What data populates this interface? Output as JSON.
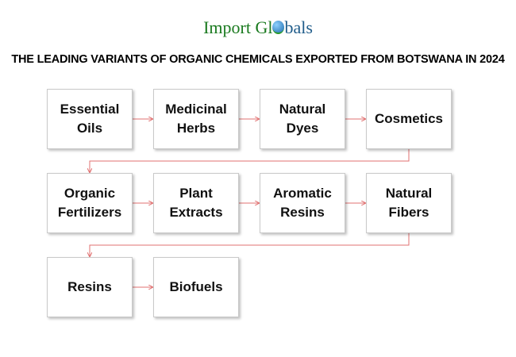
{
  "logo": {
    "text_a": "Import Gl",
    "text_b": "bals"
  },
  "title": "THE LEADING VARIANTS OF ORGANIC CHEMICALS EXPORTED FROM BOTSWANA IN 2024",
  "rows": [
    [
      [
        "Essential",
        "Oils"
      ],
      [
        "Medicinal",
        "Herbs"
      ],
      [
        "Natural",
        "Dyes"
      ],
      [
        "Cosmetics"
      ]
    ],
    [
      [
        "Organic",
        "Fertilizers"
      ],
      [
        "Plant",
        "Extracts"
      ],
      [
        "Aromatic",
        "Resins"
      ],
      [
        "Natural",
        "Fibers"
      ]
    ],
    [
      [
        "Resins"
      ],
      [
        "Biofuels"
      ]
    ]
  ],
  "colors": {
    "connector": "#e07070"
  }
}
